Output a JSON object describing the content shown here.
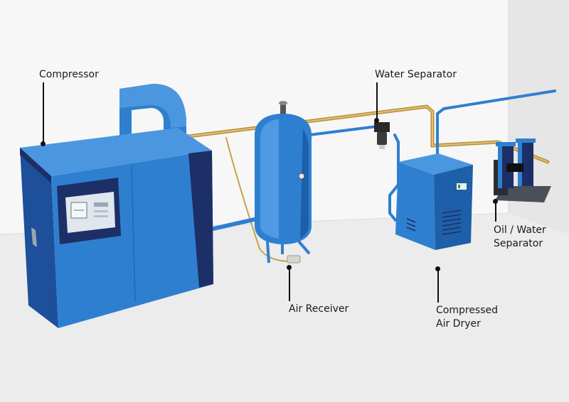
{
  "labels": {
    "compressor": "Compressor",
    "water_separator": "Water Separator",
    "air_receiver": "Air Receiver",
    "dryer_line1": "Compressed",
    "dryer_line2": "Air Dryer",
    "oil_water_line1": "Oil / Water",
    "oil_water_line2": "Separator"
  },
  "colors": {
    "equipment_blue": "#2f7fd0",
    "equipment_blue_dark": "#1d5fa8",
    "panel_navy": "#1c2f66",
    "copper_pipe": "#c9a24a",
    "wall": "#f4f4f4",
    "floor": "#ebebeb"
  }
}
